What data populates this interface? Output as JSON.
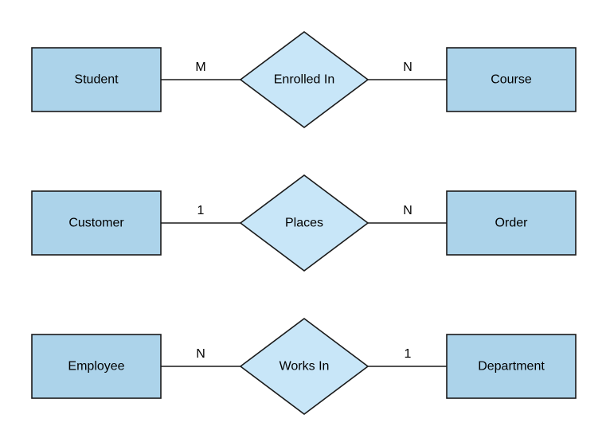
{
  "diagram": {
    "type": "entity-relationship",
    "background": "#ffffff",
    "colors": {
      "entity_fill": "#acd3ea",
      "relationship_fill": "#c8e6f8",
      "stroke": "#1a1a1a",
      "text": "#000000"
    },
    "relationships": [
      {
        "left_entity": "Student",
        "left_cardinality": "M",
        "relationship": "Enrolled In",
        "right_cardinality": "N",
        "right_entity": "Course"
      },
      {
        "left_entity": "Customer",
        "left_cardinality": "1",
        "relationship": "Places",
        "right_cardinality": "N",
        "right_entity": "Order"
      },
      {
        "left_entity": "Employee",
        "left_cardinality": "N",
        "relationship": "Works In",
        "right_cardinality": "1",
        "right_entity": "Department"
      }
    ]
  }
}
